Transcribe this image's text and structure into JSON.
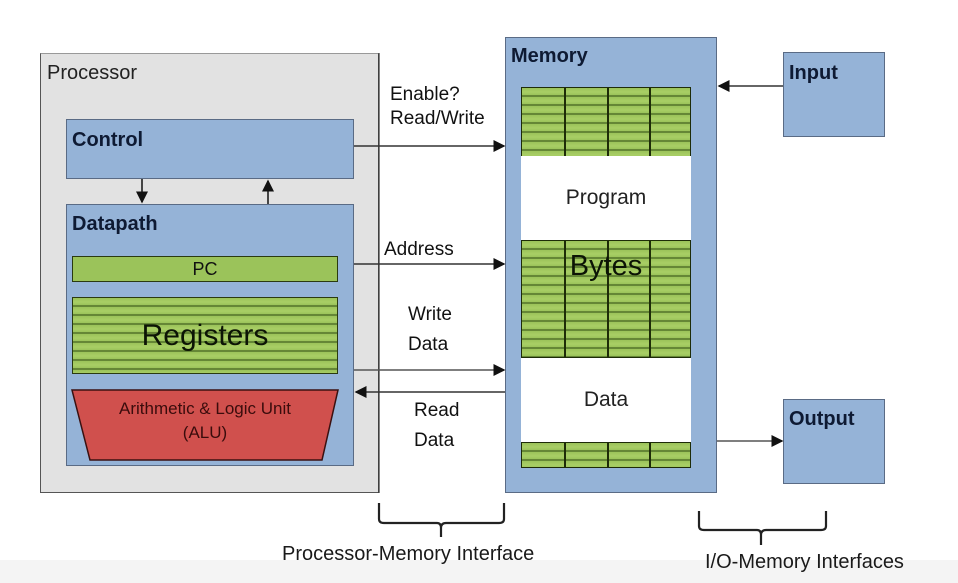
{
  "processor": {
    "title": "Processor",
    "control": {
      "title": "Control"
    },
    "datapath": {
      "title": "Datapath",
      "pc": "PC",
      "registers": "Registers",
      "alu": {
        "line1": "Arithmetic & Logic Unit",
        "line2": "(ALU)"
      }
    }
  },
  "signals": {
    "control_line1": "Enable?",
    "control_line2": "Read/Write",
    "address": "Address",
    "write_line1": "Write",
    "write_line2": "Data",
    "read_line1": "Read",
    "read_line2": "Data"
  },
  "memory": {
    "title": "Memory",
    "program": "Program",
    "bytes": "Bytes",
    "data": "Data"
  },
  "io": {
    "input": "Input",
    "output": "Output"
  },
  "interfaces": {
    "processor_memory": "Processor-Memory Interface",
    "io_memory": "I/O-Memory Interfaces"
  },
  "colors": {
    "box_blue": "#95b3d7",
    "register_green": "#9bc35a",
    "alu_red": "#d0504d",
    "processor_gray": "#e2e2e2"
  }
}
